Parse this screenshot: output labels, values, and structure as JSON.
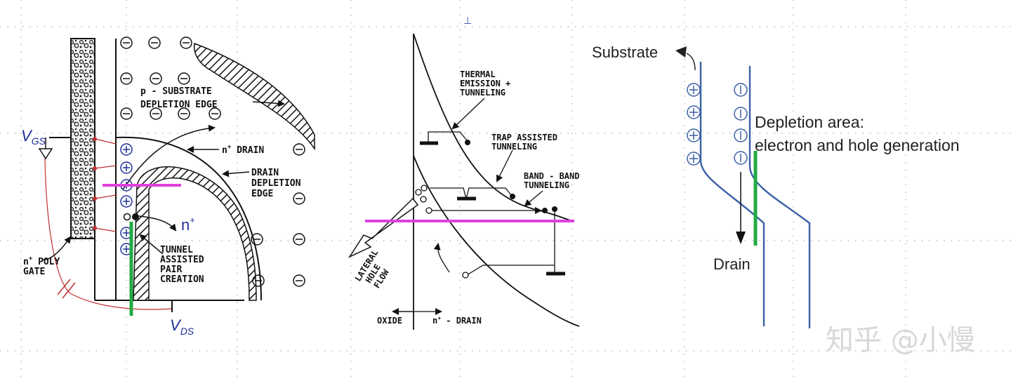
{
  "left_figure": {
    "vgs": "V",
    "vgs_sub": "GS",
    "vds": "V",
    "vds_sub": "DS",
    "substrate_edge": [
      "p - SUBSTRATE",
      "DEPLETION EDGE"
    ],
    "n_drain_sup": "+",
    "n_drain": " DRAIN",
    "drain_depletion": [
      "DRAIN",
      "DEPLETION",
      "EDGE"
    ],
    "n_plus": "n",
    "n_plus_sup": "+",
    "tunnel": [
      "TUNNEL",
      "ASSISTED",
      "PAIR",
      "CREATION"
    ],
    "gate_sup": "+",
    "gate_line1": " POLY",
    "gate_line2": "GATE"
  },
  "middle_figure": {
    "thermal": [
      "THERMAL",
      "EMISSION +",
      "TUNNELING"
    ],
    "trap": [
      "TRAP ASSISTED",
      "TUNNELING"
    ],
    "band": [
      "BAND - BAND",
      "TUNNELING"
    ],
    "lateral": [
      "LATERAL",
      "HOLE",
      "FLOW"
    ],
    "oxide": "OXIDE",
    "drain_sup": "+",
    "drain": " - DRAIN"
  },
  "right_figure": {
    "substrate": "Substrate",
    "depletion_line1": "Depletion area:",
    "depletion_line2": "electron and hole generation",
    "drain": "Drain"
  },
  "watermark": "知乎 @小慢",
  "colors": {
    "magenta": "#e040e0",
    "green": "#22aa44",
    "blue_line": "#3a5fa6",
    "red_wire": "#c03030"
  }
}
